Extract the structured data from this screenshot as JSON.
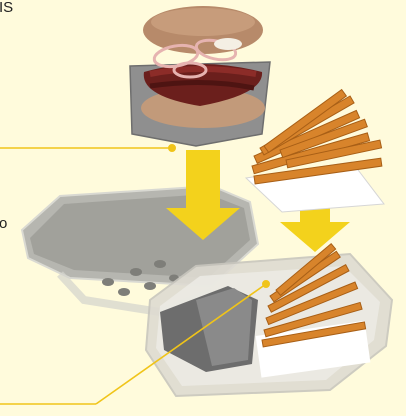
{
  "edge_labels": {
    "top": "IS",
    "middle": "o"
  },
  "colors": {
    "background": "#fffbdc",
    "callout_line": "#f0c419",
    "arrow": "#f3d21c",
    "bun": "#b78a6a",
    "meat": "#6b1f1c",
    "fries": "#d8842b",
    "tray": "#8f8f8f"
  },
  "icons": [
    "burger-illustration",
    "fries-illustration",
    "container-illustration",
    "arrow-down-icon"
  ]
}
